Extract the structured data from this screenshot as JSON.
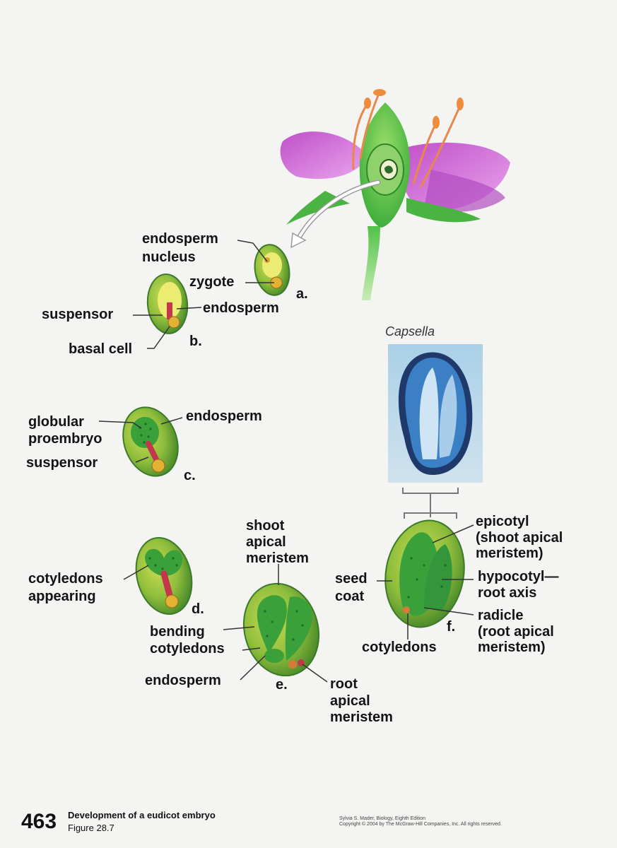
{
  "figure": {
    "page_number": "463",
    "title": "Development of a eudicot embryo",
    "figure_label": "Figure 28.7",
    "credit_line1": "Sylvia S. Mader, Biology, Eighth Edition",
    "credit_line2": "Copyright © 2004 by The McGraw-Hill Companies, Inc. All rights reserved."
  },
  "stages": {
    "a": {
      "letter": "a.",
      "endosperm_nucleus_1": "endosperm",
      "endosperm_nucleus_2": "nucleus",
      "zygote": "zygote"
    },
    "b": {
      "letter": "b.",
      "suspensor": "suspensor",
      "endosperm": "endosperm",
      "basal_cell": "basal cell"
    },
    "c": {
      "letter": "c.",
      "globular_1": "globular",
      "globular_2": "proembryo",
      "endosperm": "endosperm",
      "suspensor": "suspensor"
    },
    "d": {
      "letter": "d.",
      "cotyledons_1": "cotyledons",
      "cotyledons_2": "appearing"
    },
    "e": {
      "letter": "e.",
      "shoot_1": "shoot",
      "shoot_2": "apical",
      "shoot_3": "meristem",
      "bending_1": "bending",
      "bending_2": "cotyledons",
      "endosperm": "endosperm",
      "root_1": "root",
      "root_2": "apical",
      "root_3": "meristem"
    },
    "f": {
      "letter": "f.",
      "capsella": "Capsella",
      "seed_1": "seed",
      "seed_2": "coat",
      "epicotyl_1": "epicotyl",
      "epicotyl_2": "(shoot apical",
      "epicotyl_3": "meristem)",
      "hypocotyl_1": "hypocotyl—",
      "hypocotyl_2": "root axis",
      "radicle_1": "radicle",
      "radicle_2": "(root apical",
      "radicle_3": "meristem)",
      "cotyledons": "cotyledons"
    }
  }
}
